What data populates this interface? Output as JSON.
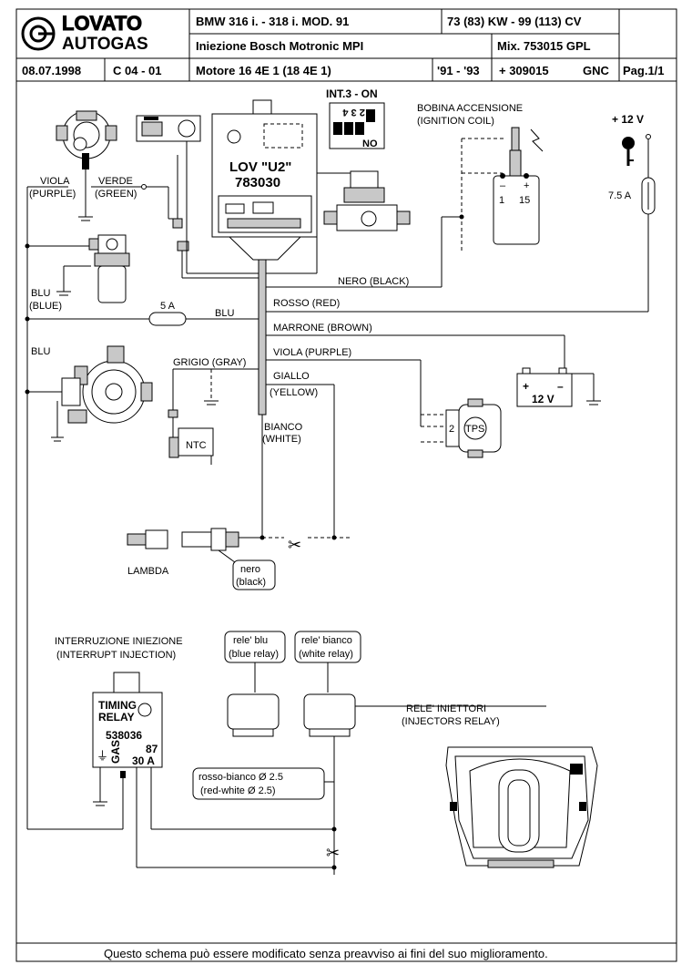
{
  "header": {
    "brand_top": "LOVATO",
    "brand_bottom": "AUTOGAS",
    "model": "BMW   316 i. - 318 i.   MOD. 91",
    "power": "73 (83) KW - 99 (113) CV",
    "injection": "Iniezione Bosch  Motronic    MPI",
    "mixer": "Mix. 753015  GPL",
    "date": "08.07.1998",
    "code": "C 04 - 01",
    "engine": "Motore   16 4E 1  (18 4E 1)",
    "years": "'91 - '93",
    "kit": "+ 309015",
    "fuel": "GNC",
    "page": "Pag.1/1"
  },
  "labels": {
    "int3": "INT.3 - ON",
    "dip_numbers": "1 2 3 4",
    "dip_no": "NO",
    "ecu_name": "LOV \"U2\"",
    "ecu_code": "783030",
    "coil_it": "BOBINA ACCENSIONE",
    "coil_en": "(IGNITION COIL)",
    "coil_minus": "–",
    "coil_plus": "+",
    "coil_1": "1",
    "coil_15": "15",
    "plus12": "+ 12 V",
    "fuse1": "7.5 A",
    "viola_it": "VIOLA",
    "viola_en": "(PURPLE)",
    "verde_it": "VERDE",
    "verde_en": "(GREEN)",
    "blu1_it": "BLU",
    "blu1_en": "(BLUE)",
    "fuse2": "5 A",
    "blu2": "BLU",
    "blu3": "BLU",
    "nero": "NERO (BLACK)",
    "rosso": "ROSSO (RED)",
    "marrone": "MARRONE (BROWN)",
    "viola2": "VIOLA (PURPLE)",
    "giallo_it": "GIALLO",
    "giallo_en": "(YELLOW)",
    "grigio": "GRIGIO (GRAY)",
    "bianco_it": "BIANCO",
    "bianco_en": "(WHITE)",
    "ntc": "NTC",
    "tps": "TPS",
    "tps_pin": "2",
    "batt_plus": "+",
    "batt_minus": "–",
    "batt_v": "12 V",
    "lambda": "LAMBDA",
    "nero_it": "nero",
    "nero_en": "(black)",
    "interrupt_it": "INTERRUZIONE INIEZIONE",
    "interrupt_en": "(INTERRUPT INJECTION)",
    "timing1": "TIMING",
    "timing2": "RELAY",
    "timing_code": "538036",
    "gas": "GAS",
    "r87": "87",
    "r30a": "30 A",
    "blue_relay_it": "rele' blu",
    "blue_relay_en": "(blue relay)",
    "white_relay_it": "rele' bianco",
    "white_relay_en": "(white relay)",
    "inj_relay_it": "RELE' INIETTORI",
    "inj_relay_en": "(INJECTORS RELAY)",
    "redwhite_it": "rosso-bianco  Ø 2.5",
    "redwhite_en": "(red-white  Ø 2.5)",
    "footer": "Questo schema può essere modificato senza preavviso ai fini del suo miglioramento."
  }
}
